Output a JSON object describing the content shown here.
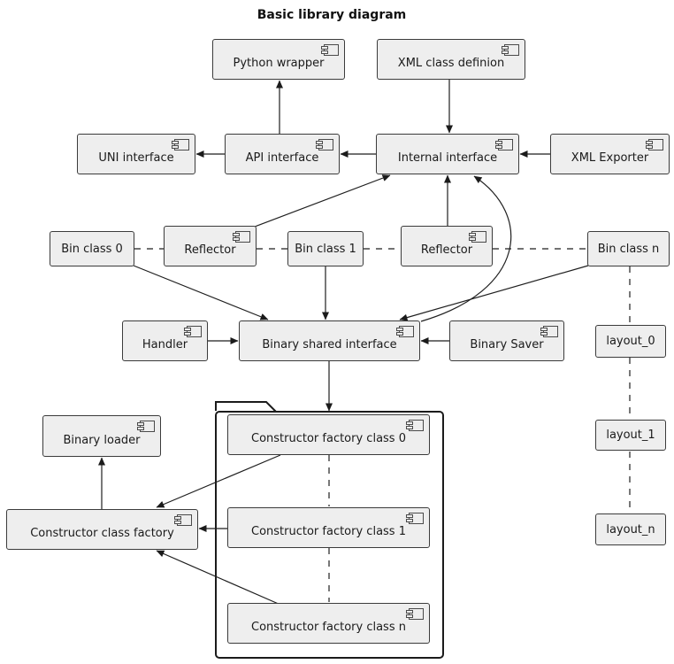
{
  "title": "Basic library diagram",
  "colors": {
    "background": "#ffffff",
    "node_fill": "#eeeeee",
    "node_border": "#3b3b3b",
    "edge": "#1f1f1f",
    "text": "#1a1a1a"
  },
  "nodes": {
    "python_wrapper": {
      "label": "Python wrapper",
      "type": "component"
    },
    "xml_class_definion": {
      "label": "XML class definion",
      "type": "component"
    },
    "uni_interface": {
      "label": "UNI interface",
      "type": "component"
    },
    "api_interface": {
      "label": "API interface",
      "type": "component"
    },
    "internal_interface": {
      "label": "Internal interface",
      "type": "component"
    },
    "xml_exporter": {
      "label": "XML Exporter",
      "type": "component"
    },
    "bin_class_0": {
      "label": "Bin class 0",
      "type": "rectangle"
    },
    "reflector_1": {
      "label": "Reflector",
      "type": "component"
    },
    "bin_class_1": {
      "label": "Bin class 1",
      "type": "rectangle"
    },
    "reflector_2": {
      "label": "Reflector",
      "type": "component"
    },
    "bin_class_n": {
      "label": "Bin class n",
      "type": "rectangle"
    },
    "handler": {
      "label": "Handler",
      "type": "component"
    },
    "binary_shared_interface": {
      "label": "Binary shared interface",
      "type": "component"
    },
    "binary_saver": {
      "label": "Binary Saver",
      "type": "component"
    },
    "layout_0": {
      "label": "layout_0",
      "type": "rectangle"
    },
    "binary_loader": {
      "label": "Binary loader",
      "type": "component"
    },
    "constructor_factory_class_0": {
      "label": "Constructor factory class 0",
      "type": "component"
    },
    "layout_1": {
      "label": "layout_1",
      "type": "rectangle"
    },
    "constructor_class_factory": {
      "label": "Constructor class factory",
      "type": "component"
    },
    "constructor_factory_class_1": {
      "label": "Constructor factory class 1",
      "type": "component"
    },
    "layout_n": {
      "label": "layout_n",
      "type": "rectangle"
    },
    "constructor_factory_class_n": {
      "label": "Constructor factory class n",
      "type": "component"
    }
  },
  "edges": [
    {
      "from": "API interface",
      "to": "Python wrapper",
      "style": "solid-arrow"
    },
    {
      "from": "XML class definion",
      "to": "Internal interface",
      "style": "solid-arrow"
    },
    {
      "from": "API interface",
      "to": "UNI interface",
      "style": "solid-arrow"
    },
    {
      "from": "Internal interface",
      "to": "API interface",
      "style": "solid-arrow"
    },
    {
      "from": "XML Exporter",
      "to": "Internal interface",
      "style": "solid-arrow"
    },
    {
      "from": "Reflector",
      "to": "Internal interface",
      "style": "solid-arrow"
    },
    {
      "from": "Reflector (right)",
      "to": "Internal interface",
      "style": "solid-arrow"
    },
    {
      "from": "Binary shared interface",
      "to": "Internal interface",
      "style": "curved-arrow"
    },
    {
      "from": "Bin class 0",
      "to": "Binary shared interface",
      "style": "solid-arrow"
    },
    {
      "from": "Bin class 1",
      "to": "Binary shared interface",
      "style": "solid-arrow"
    },
    {
      "from": "Bin class n",
      "to": "Binary shared interface",
      "style": "solid-arrow"
    },
    {
      "from": "Handler",
      "to": "Binary shared interface",
      "style": "solid-arrow"
    },
    {
      "from": "Binary Saver",
      "to": "Binary shared interface",
      "style": "solid-arrow"
    },
    {
      "from": "Binary shared interface",
      "to": "Constructor factory class 0",
      "style": "solid-arrow"
    },
    {
      "from": "Constructor class factory",
      "to": "Binary loader",
      "style": "solid-arrow"
    },
    {
      "from": "Constructor factory class 0",
      "to": "Constructor class factory",
      "style": "solid-arrow"
    },
    {
      "from": "Constructor factory class 1",
      "to": "Constructor class factory",
      "style": "solid-arrow"
    },
    {
      "from": "Constructor factory class n",
      "to": "Constructor class factory",
      "style": "solid-arrow"
    },
    {
      "from": "Bin class 0",
      "to": "Reflector",
      "style": "dashed"
    },
    {
      "from": "Reflector",
      "to": "Bin class 1",
      "style": "dashed"
    },
    {
      "from": "Bin class 1",
      "to": "Reflector (right)",
      "style": "dashed"
    },
    {
      "from": "Reflector (right)",
      "to": "Bin class n",
      "style": "dashed"
    },
    {
      "from": "Bin class n",
      "to": "layout_0",
      "style": "dashed"
    },
    {
      "from": "layout_0",
      "to": "layout_1",
      "style": "dashed"
    },
    {
      "from": "layout_1",
      "to": "layout_n",
      "style": "dashed"
    },
    {
      "from": "Constructor factory class 0",
      "to": "Constructor factory class 1",
      "style": "dashed"
    },
    {
      "from": "Constructor factory class 1",
      "to": "Constructor factory class n",
      "style": "dashed"
    }
  ]
}
